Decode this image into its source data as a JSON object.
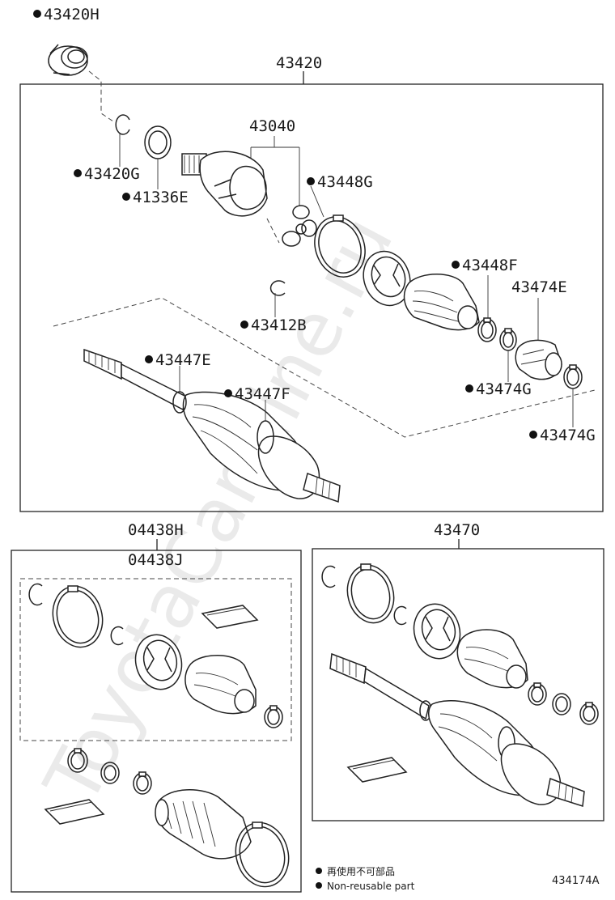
{
  "watermark": "ToyotaCarMine.ru",
  "groups": {
    "main": "43420",
    "sub_joint": "43040",
    "kit_outer": "04438H",
    "kit_inner": "04438J",
    "alt_assy": "43470"
  },
  "parts": {
    "p43420H": "43420H",
    "p43420G": "43420G",
    "p41336E": "41336E",
    "p43448G": "43448G",
    "p43412B": "43412B",
    "p43448F": "43448F",
    "p43474E": "43474E",
    "p43447E": "43447E",
    "p43447F": "43447F",
    "p43474G_a": "43474G",
    "p43474G_b": "43474G"
  },
  "legend": {
    "line1": "再使用不可部品",
    "line2": "Non-reusable part"
  },
  "diagram_ref": "434174A"
}
